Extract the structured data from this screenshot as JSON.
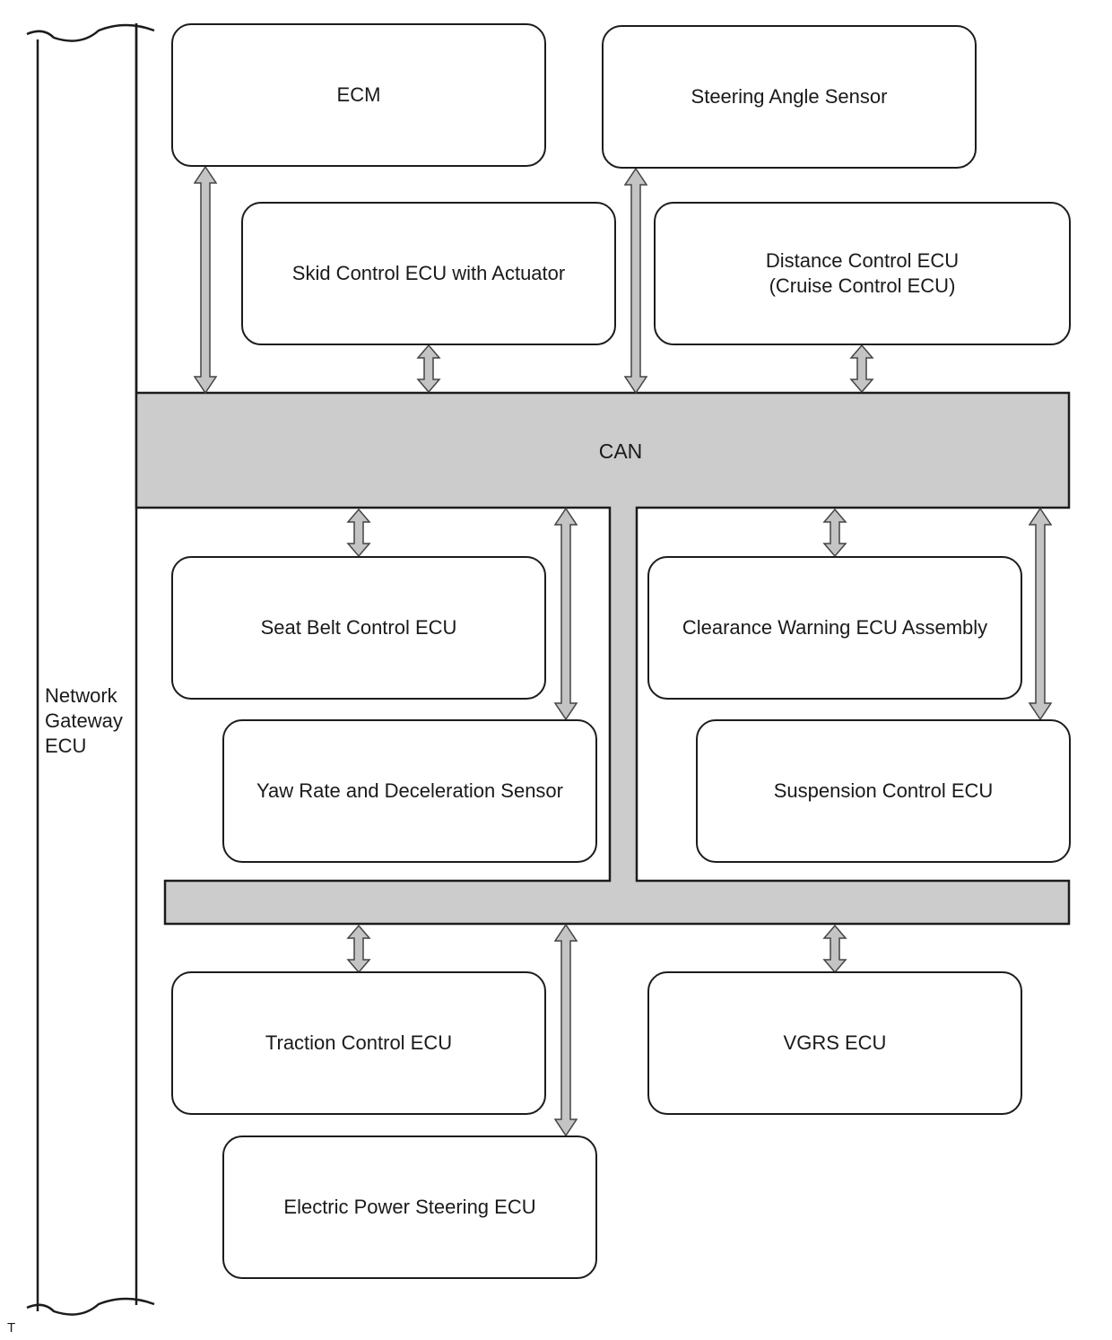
{
  "gateway": {
    "label": "Network\nGateway\nECU"
  },
  "bus": {
    "label": "CAN"
  },
  "footer_mark": "T",
  "nodes": {
    "ecm": "ECM",
    "steering_angle_sensor": "Steering Angle Sensor",
    "skid_control": "Skid Control ECU with Actuator",
    "distance_control": "Distance Control ECU\n(Cruise Control ECU)",
    "seat_belt": "Seat Belt Control ECU",
    "clearance_warning": "Clearance Warning ECU Assembly",
    "yaw_rate": "Yaw Rate and Deceleration Sensor",
    "suspension": "Suspension Control ECU",
    "traction": "Traction Control ECU",
    "vgrs": "VGRS ECU",
    "eps": "Electric Power Steering ECU"
  },
  "colors": {
    "bus_fill": "#cccccc",
    "arrow_fill": "#c4c4c4",
    "stroke": "#1c1c1c"
  }
}
